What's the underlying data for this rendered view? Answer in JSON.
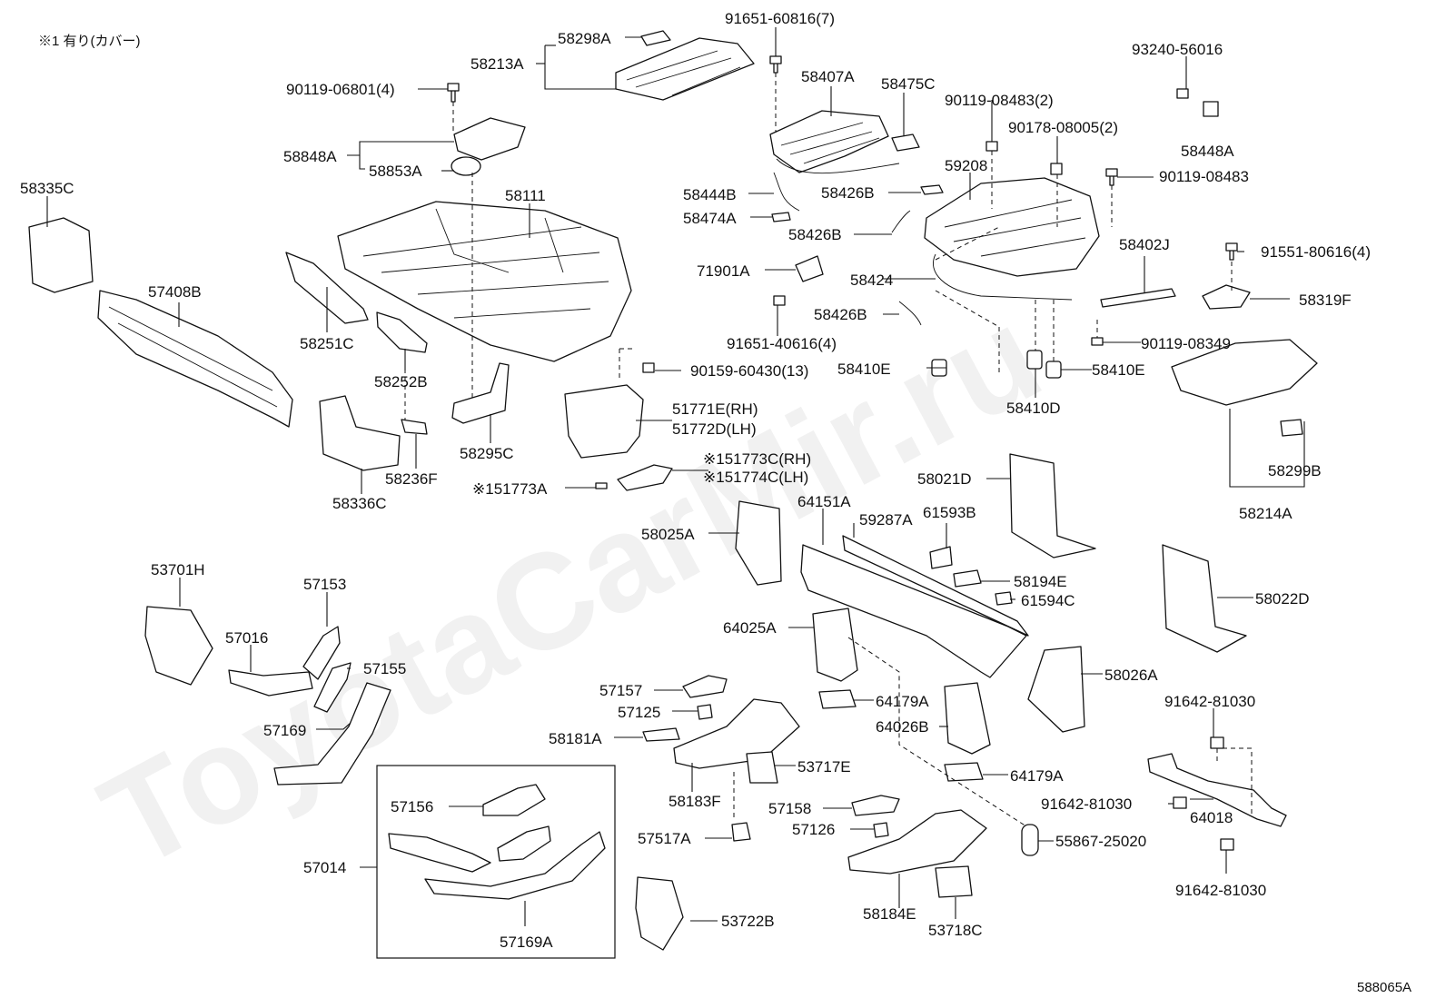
{
  "header": {
    "note": "※1 有り(カバー)"
  },
  "footer": {
    "figure_code": "588065A"
  },
  "watermark": {
    "text": "ToyotaCarMir.ru"
  },
  "labels": {
    "l58298A": "58298A",
    "l58213A": "58213A",
    "l91651_60816": "91651-60816(7)",
    "l90119_06801": "90119-06801(4)",
    "l58407A": "58407A",
    "l58475C": "58475C",
    "l90119_08483_2": "90119-08483(2)",
    "l90178_08005": "90178-08005(2)",
    "l93240_56016": "93240-56016",
    "l58448A": "58448A",
    "l90119_08483": "90119-08483",
    "l58848A": "58848A",
    "l58853A": "58853A",
    "l58335C": "58335C",
    "l58111": "58111",
    "l59208": "59208",
    "l58444B": "58444B",
    "l58426B_1": "58426B",
    "l58474A": "58474A",
    "l58426B_2": "58426B",
    "l58402J": "58402J",
    "l91551_80616": "91551-80616(4)",
    "l71901A": "71901A",
    "l58424": "58424",
    "l58319F": "58319F",
    "l57408B": "57408B",
    "l58426B_3": "58426B",
    "l91651_40616": "91651-40616(4)",
    "l90119_08349": "90119-08349",
    "l58251C": "58251C",
    "l90159_60430": "90159-60430(13)",
    "l58410E_1": "58410E",
    "l58410E_2": "58410E",
    "l58252B": "58252B",
    "l51771E": "51771E(RH)",
    "l51772D": "51772D(LH)",
    "l58410D": "58410D",
    "l58295C": "58295C",
    "l58236F": "58236F",
    "l51773C": "51773C(RH)",
    "l51774C": "51774C(LH)",
    "l58299B": "58299B",
    "l51773A": "51773A",
    "l58336C": "58336C",
    "l58021D": "58021D",
    "l58214A": "58214A",
    "l64151A": "64151A",
    "l59287A": "59287A",
    "l61593B": "61593B",
    "l58025A": "58025A",
    "l53701H": "53701H",
    "l57153": "57153",
    "l58194E": "58194E",
    "l61594C": "61594C",
    "l58022D": "58022D",
    "l57016": "57016",
    "l64025A": "64025A",
    "l57155": "57155",
    "l58026A": "58026A",
    "l57157": "57157",
    "l64179A_1": "64179A",
    "l91642_81030_1": "91642-81030",
    "l57169": "57169",
    "l57125": "57125",
    "l64026B": "64026B",
    "l58181A": "58181A",
    "l53717E": "53717E",
    "l64179A_2": "64179A",
    "l58183F": "58183F",
    "l57156": "57156",
    "l57158": "57158",
    "l91642_81030_2": "91642-81030",
    "l64018": "64018",
    "l57126": "57126",
    "l57517A": "57517A",
    "l55867_25020": "55867-25020",
    "l57014": "57014",
    "l91642_81030_3": "91642-81030",
    "l53722B": "53722B",
    "l58184E": "58184E",
    "l57169A": "57169A",
    "l53718C": "53718C"
  },
  "mark": "※1"
}
